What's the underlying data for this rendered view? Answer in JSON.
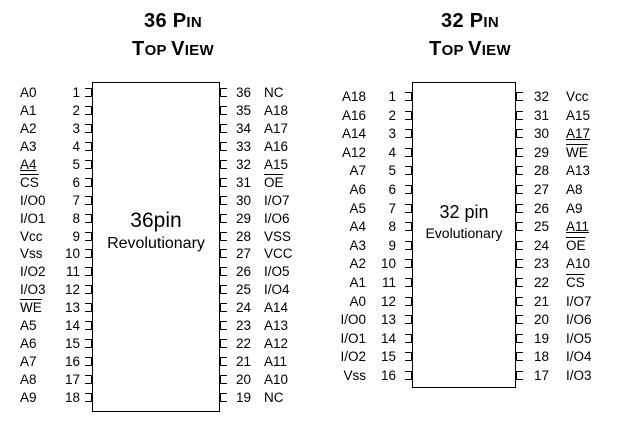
{
  "packages": [
    {
      "id": "p36",
      "title_main": "36 P",
      "title_main_rest": "IN",
      "title_sub_first": "T",
      "title_sub_rest1": "OP ",
      "title_sub_v": "V",
      "title_sub_rest2": "IEW",
      "chip_line1": "36pin",
      "chip_line2": "Revolutionary",
      "left": [
        {
          "n": "1",
          "label": "A0"
        },
        {
          "n": "2",
          "label": "A1"
        },
        {
          "n": "3",
          "label": "A2"
        },
        {
          "n": "4",
          "label": "A3"
        },
        {
          "n": "5",
          "label": "A4",
          "style": "under"
        },
        {
          "n": "6",
          "label": "CS",
          "style": "over"
        },
        {
          "n": "7",
          "label": "I/O0"
        },
        {
          "n": "8",
          "label": "I/O1"
        },
        {
          "n": "9",
          "label": "Vcc"
        },
        {
          "n": "10",
          "label": "Vss"
        },
        {
          "n": "11",
          "label": "I/O2"
        },
        {
          "n": "12",
          "label": "I/O3"
        },
        {
          "n": "13",
          "label": "WE",
          "style": "over"
        },
        {
          "n": "14",
          "label": "A5"
        },
        {
          "n": "15",
          "label": "A6"
        },
        {
          "n": "16",
          "label": "A7"
        },
        {
          "n": "17",
          "label": "A8"
        },
        {
          "n": "18",
          "label": "A9"
        }
      ],
      "right": [
        {
          "n": "36",
          "label": "NC"
        },
        {
          "n": "35",
          "label": "A18"
        },
        {
          "n": "34",
          "label": "A17"
        },
        {
          "n": "33",
          "label": "A16"
        },
        {
          "n": "32",
          "label": "A15"
        },
        {
          "n": "31",
          "label": "OE",
          "style": "over"
        },
        {
          "n": "30",
          "label": "I/O7"
        },
        {
          "n": "29",
          "label": "I/O6"
        },
        {
          "n": "28",
          "label": "VSS"
        },
        {
          "n": "27",
          "label": "VCC"
        },
        {
          "n": "26",
          "label": "I/O5"
        },
        {
          "n": "25",
          "label": "I/O4"
        },
        {
          "n": "24",
          "label": "A14"
        },
        {
          "n": "23",
          "label": "A13"
        },
        {
          "n": "22",
          "label": "A12"
        },
        {
          "n": "21",
          "label": "A11"
        },
        {
          "n": "20",
          "label": "A10"
        },
        {
          "n": "19",
          "label": "NC"
        }
      ]
    },
    {
      "id": "p32",
      "title_main": "32 P",
      "title_main_rest": "IN",
      "title_sub_first": "T",
      "title_sub_rest1": "OP ",
      "title_sub_v": "V",
      "title_sub_rest2": "IEW",
      "chip_line1": "32 pin",
      "chip_line2": "Evolutionary",
      "left": [
        {
          "n": "1",
          "label": "A18"
        },
        {
          "n": "2",
          "label": "A16"
        },
        {
          "n": "3",
          "label": "A14"
        },
        {
          "n": "4",
          "label": "A12"
        },
        {
          "n": "5",
          "label": "A7"
        },
        {
          "n": "6",
          "label": "A6"
        },
        {
          "n": "7",
          "label": "A5"
        },
        {
          "n": "8",
          "label": "A4"
        },
        {
          "n": "9",
          "label": "A3"
        },
        {
          "n": "10",
          "label": "A2"
        },
        {
          "n": "11",
          "label": "A1"
        },
        {
          "n": "12",
          "label": "A0"
        },
        {
          "n": "13",
          "label": "I/O0"
        },
        {
          "n": "14",
          "label": "I/O1"
        },
        {
          "n": "15",
          "label": "I/O2"
        },
        {
          "n": "16",
          "label": "Vss"
        }
      ],
      "right": [
        {
          "n": "32",
          "label": "Vcc"
        },
        {
          "n": "31",
          "label": "A15"
        },
        {
          "n": "30",
          "label": "A17",
          "style": "under"
        },
        {
          "n": "29",
          "label": "WE",
          "style": "over"
        },
        {
          "n": "28",
          "label": "A13"
        },
        {
          "n": "27",
          "label": "A8"
        },
        {
          "n": "26",
          "label": "A9"
        },
        {
          "n": "25",
          "label": "A11",
          "style": "under"
        },
        {
          "n": "24",
          "label": "OE",
          "style": "over"
        },
        {
          "n": "23",
          "label": "A10"
        },
        {
          "n": "22",
          "label": "CS",
          "style": "over"
        },
        {
          "n": "21",
          "label": "I/O7"
        },
        {
          "n": "20",
          "label": "I/O6"
        },
        {
          "n": "19",
          "label": "I/O5"
        },
        {
          "n": "18",
          "label": "I/O4"
        },
        {
          "n": "17",
          "label": "I/O3"
        }
      ]
    }
  ]
}
